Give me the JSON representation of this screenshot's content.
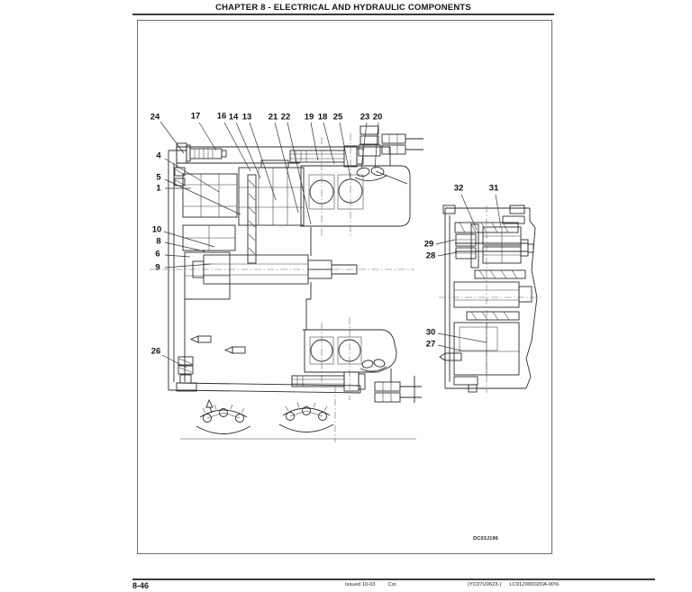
{
  "page": {
    "title": "CHAPTER 8 - ELECTRICAL AND HYDRAULIC COMPONENTS",
    "footer": {
      "page_number": "8-46",
      "issued_label": "Issued 10-03",
      "revision_mark": "Cst",
      "serial_code": "(YC07U0623-)",
      "form_code": "LC91Z00002DA-00%"
    }
  },
  "figure": {
    "image_code": "DC03J196",
    "callouts": {
      "c1": "1",
      "c4": "4",
      "c5": "5",
      "c6": "6",
      "c8": "8",
      "c9": "9",
      "c10": "10",
      "c13": "13",
      "c14": "14",
      "c16": "16",
      "c17": "17",
      "c18": "18",
      "c19": "19",
      "c20": "20",
      "c21": "21",
      "c22": "22",
      "c23": "23",
      "c24": "24",
      "c25": "25",
      "c26": "26",
      "c27": "27",
      "c28": "28",
      "c29": "29",
      "c30": "30",
      "c31": "31",
      "c32": "32"
    }
  }
}
